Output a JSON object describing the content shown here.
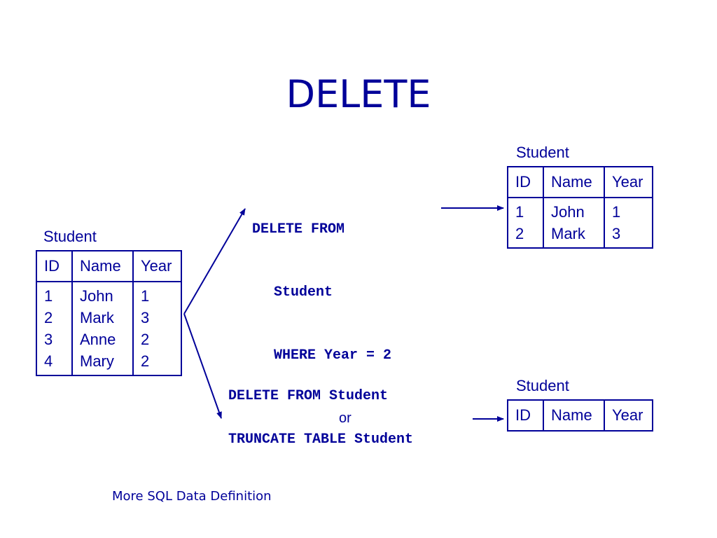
{
  "title": "DELETE",
  "colors": {
    "text": "#000099",
    "background": "#ffffff"
  },
  "source_table": {
    "caption": "Student",
    "headers": [
      "ID",
      "Name",
      "Year"
    ],
    "rows": [
      [
        "1",
        "John",
        "1"
      ],
      [
        "2",
        "Mark",
        "3"
      ],
      [
        "3",
        "Anne",
        "2"
      ],
      [
        "4",
        "Mary",
        "2"
      ]
    ]
  },
  "query_where": {
    "line1": "DELETE FROM",
    "line2": "Student",
    "line3": "WHERE Year = 2"
  },
  "result_where": {
    "caption": "Student",
    "headers": [
      "ID",
      "Name",
      "Year"
    ],
    "rows": [
      [
        "1",
        "John",
        "1"
      ],
      [
        "2",
        "Mark",
        "3"
      ]
    ]
  },
  "query_all": {
    "line1": "DELETE FROM Student",
    "or_text": "or",
    "line2": "TRUNCATE TABLE Student"
  },
  "result_all": {
    "caption": "Student",
    "headers": [
      "ID",
      "Name",
      "Year"
    ],
    "rows": []
  },
  "footer": "More SQL Data Definition"
}
